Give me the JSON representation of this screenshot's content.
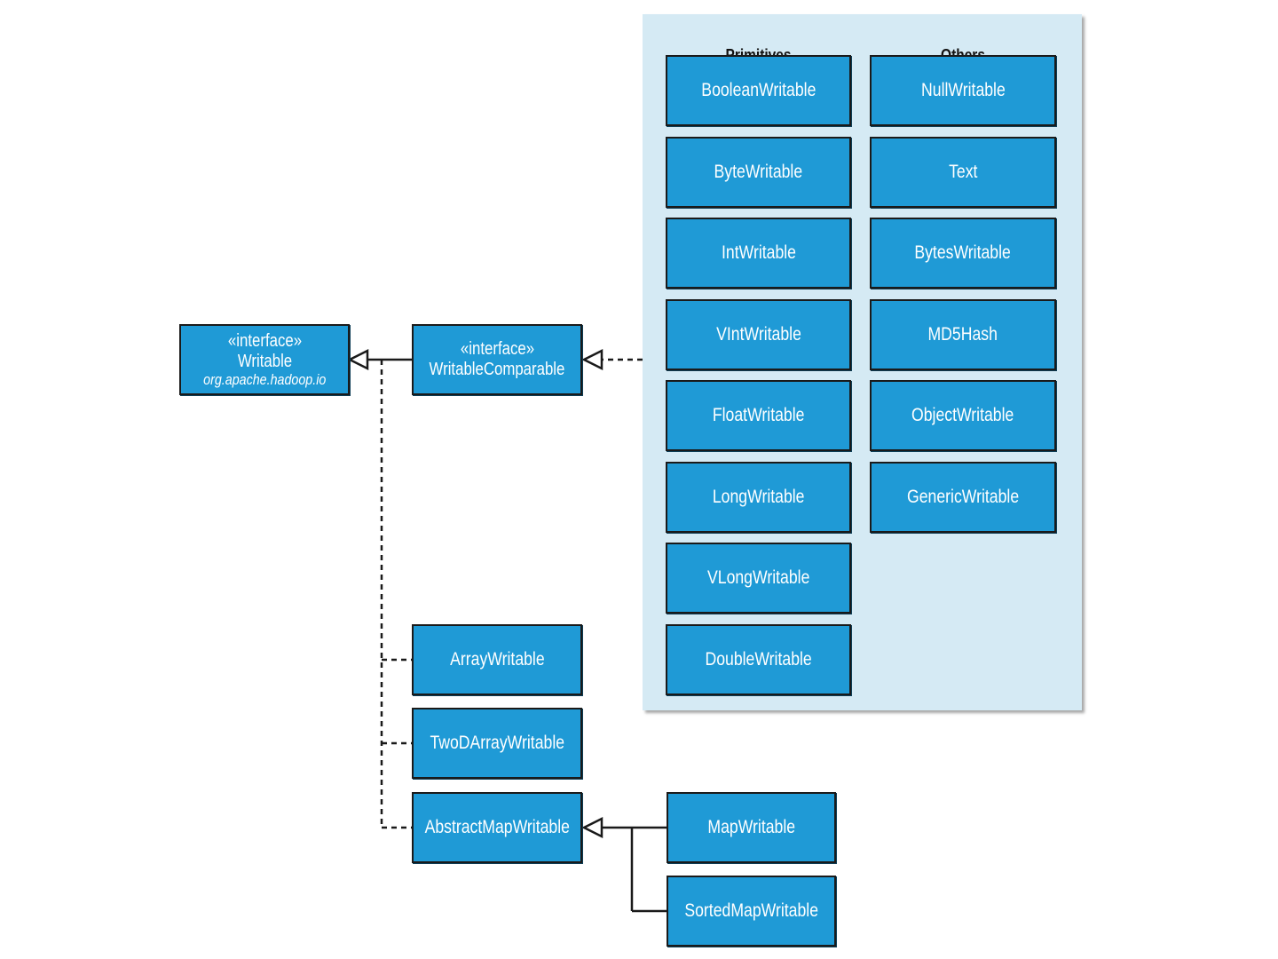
{
  "interface_stereotype": "«interface»",
  "writable": {
    "name": "Writable",
    "package": "org.apache.hadoop.io"
  },
  "writable_comparable": {
    "name": "WritableComparable"
  },
  "columns": {
    "primitives": {
      "header": "Primitives",
      "items": [
        "BooleanWritable",
        "ByteWritable",
        "IntWritable",
        "VIntWritable",
        "FloatWritable",
        "LongWritable",
        "VLongWritable",
        "DoubleWritable"
      ]
    },
    "others": {
      "header": "Others",
      "items": [
        "NullWritable",
        "Text",
        "BytesWritable",
        "MD5Hash",
        "ObjectWritable",
        "GenericWritable"
      ]
    }
  },
  "writable_impls": [
    "ArrayWritable",
    "TwoDArrayWritable",
    "AbstractMapWritable"
  ],
  "map_impls": [
    "MapWritable",
    "SortedMapWritable"
  ],
  "colors": {
    "box_fill": "#1f9ad6",
    "panel_fill": "#d5eaf4",
    "box_text": "#ffffff",
    "line": "#1a1a1a"
  }
}
